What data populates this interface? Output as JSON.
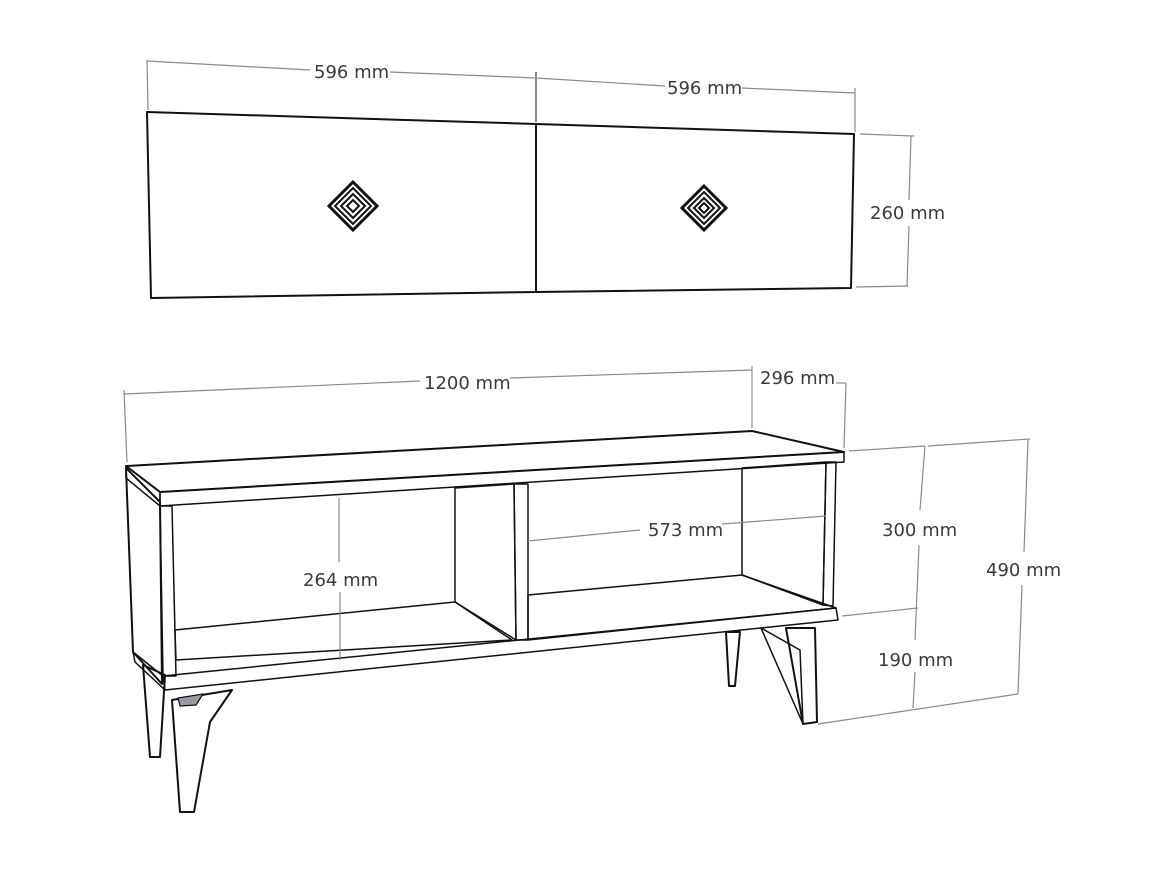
{
  "diagram": {
    "wall_cabinet": {
      "left_door_width": "596 mm",
      "right_door_width": "596 mm",
      "height": "260 mm",
      "handle_icon": "diamond-handle"
    },
    "tv_stand": {
      "total_width": "1200 mm",
      "depth": "296 mm",
      "compartment_height": "264 mm",
      "compartment_width": "573 mm",
      "body_height": "300 mm",
      "leg_height": "190 mm",
      "total_height": "490 mm"
    },
    "colors": {
      "top_surface": "#808080",
      "side_panel": "#b3b3b3",
      "white_panel": "#ffffff",
      "edge": "#111111",
      "dimension_line": "#8a8a8a",
      "label_text": "#3a3a3a"
    }
  }
}
